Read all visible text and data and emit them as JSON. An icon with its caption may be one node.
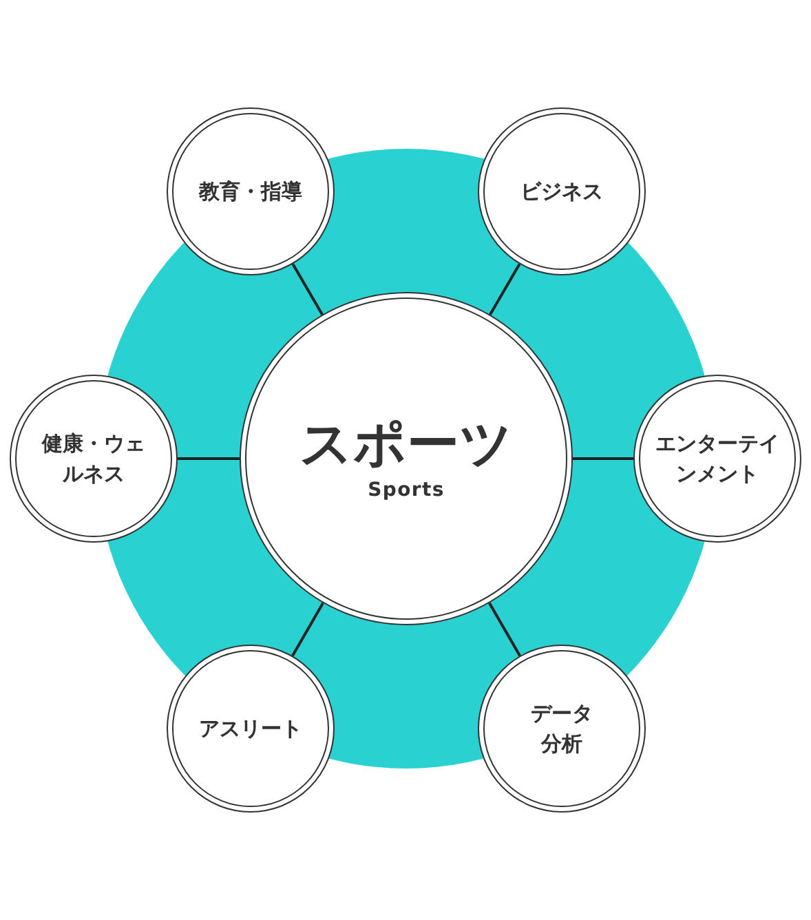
{
  "diagram": {
    "nodes": [
      {
        "text": [
          "スポーツ",
          "Sports"
        ]
      },
      {
        "text": [
          "教育・指導"
        ]
      },
      {
        "text": [
          "ビジネス"
        ]
      },
      {
        "text": [
          "健康・ウェルネス"
        ]
      },
      {
        "text": [
          "エンターテインメント"
        ]
      },
      {
        "text": [
          "アスリート"
        ]
      },
      {
        "text": [
          "データ分析"
        ]
      }
    ],
    "edges": [
      {
        "from": 0,
        "to": 1,
        "arrow": "none"
      },
      {
        "from": 0,
        "to": 2,
        "arrow": "none"
      },
      {
        "from": 0,
        "to": 3,
        "arrow": "none"
      },
      {
        "from": 0,
        "to": 4,
        "arrow": "none"
      },
      {
        "from": 0,
        "to": 5,
        "arrow": "none"
      },
      {
        "from": 0,
        "to": 6,
        "arrow": "none"
      }
    ]
  }
}
